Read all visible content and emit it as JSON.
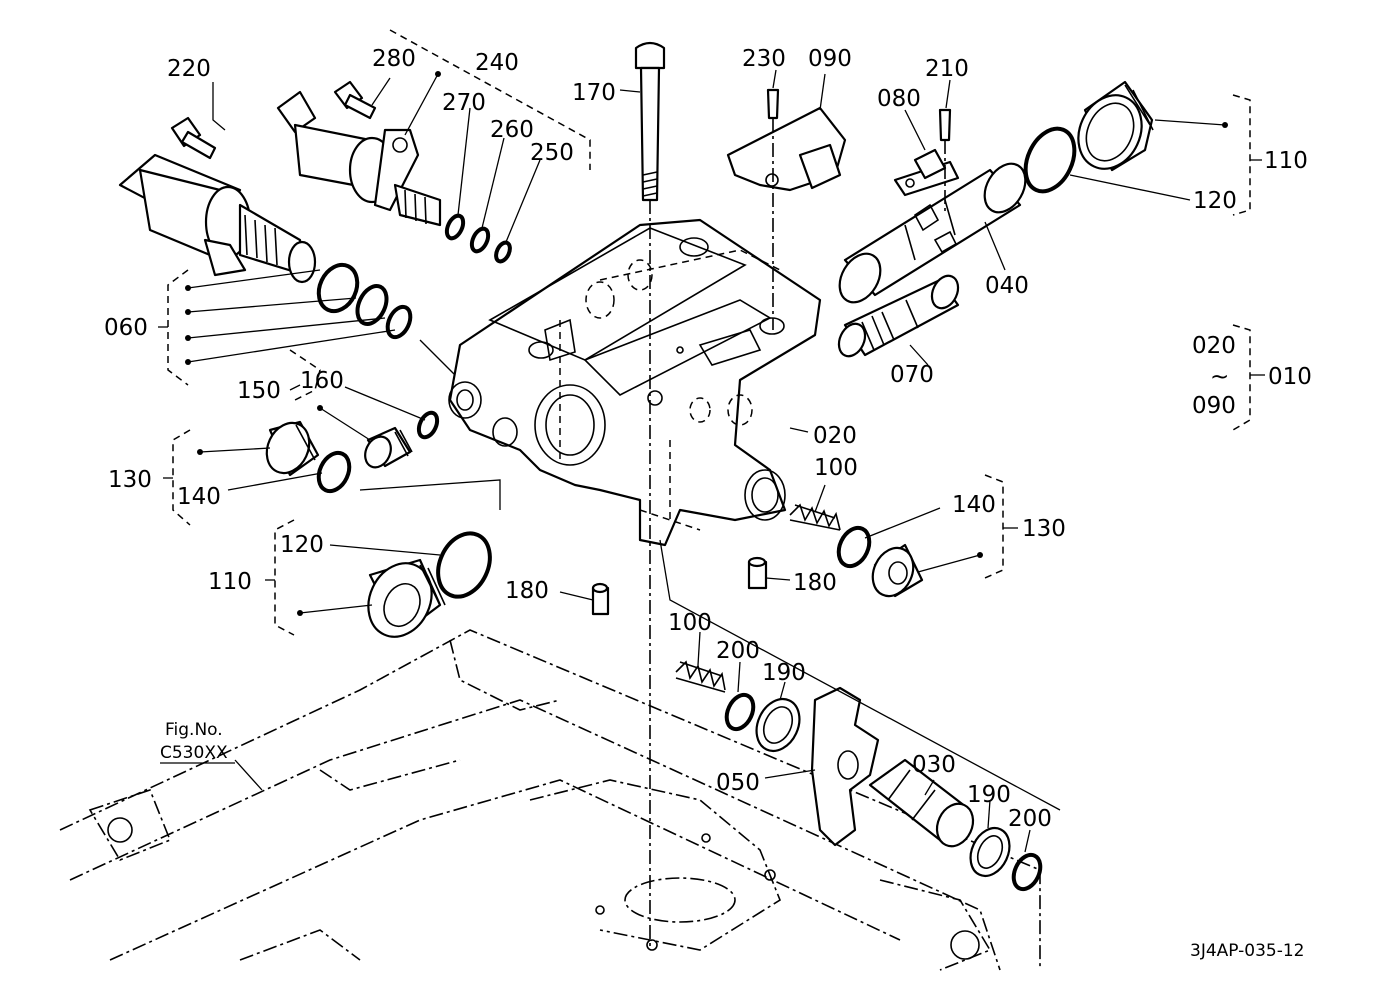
{
  "diagram": {
    "part_labels": [
      "220",
      "280",
      "240",
      "270",
      "260",
      "250",
      "170",
      "230",
      "090",
      "080",
      "210",
      "110",
      "120",
      "040",
      "060",
      "150",
      "160",
      "070",
      "020",
      "010",
      "130",
      "140",
      "100",
      "120",
      "110",
      "180",
      "140",
      "130",
      "180",
      "100",
      "200",
      "190",
      "050",
      "030",
      "190",
      "200"
    ],
    "range_label": {
      "top": "020",
      "tilde": "~",
      "bottom": "090",
      "group": "010"
    },
    "reference": {
      "line1": "Fig.No.",
      "line2": "C530XX"
    },
    "drawing_code": "3J4AP-035-12"
  }
}
